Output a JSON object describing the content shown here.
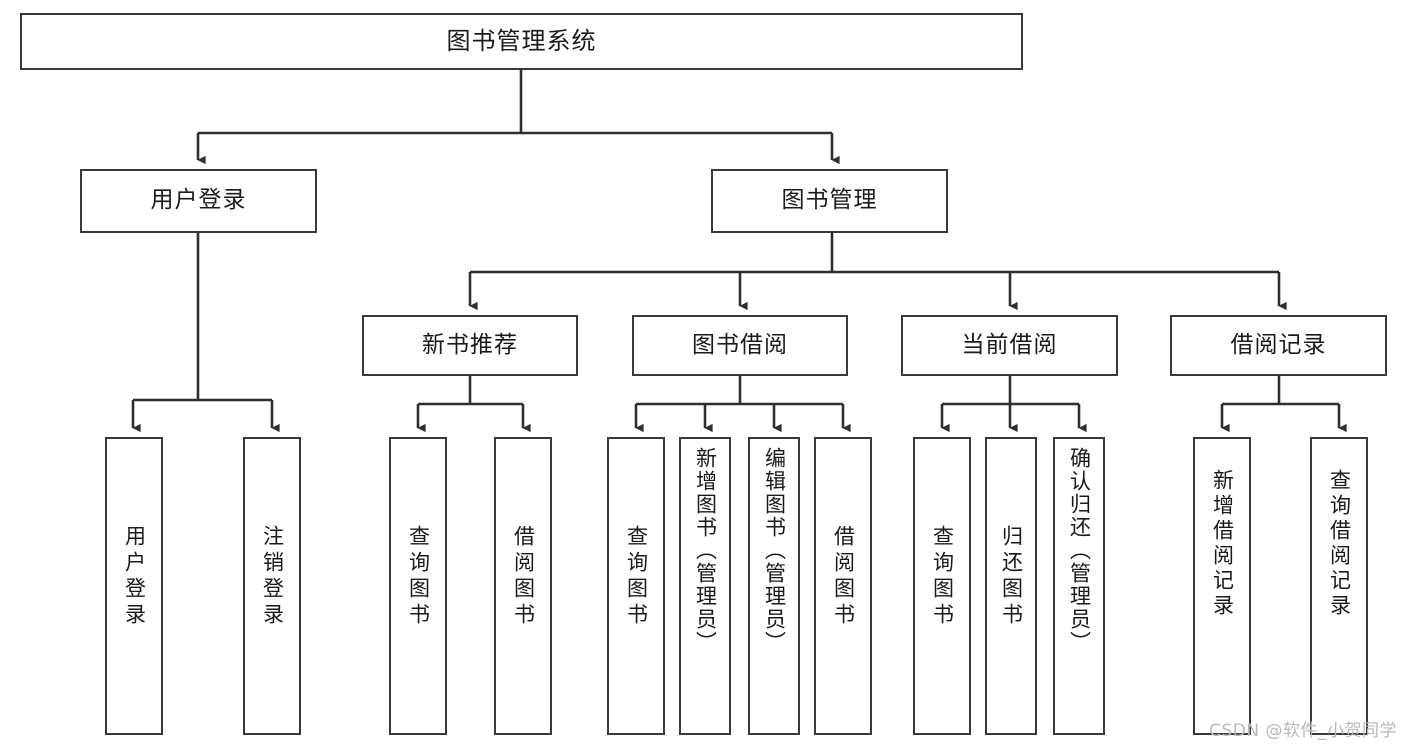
{
  "diagram": {
    "title": "图书管理系统",
    "type": "tree",
    "watermark": "CSDN @软件_小贺同学",
    "colors": {
      "box_border": "#3a3a3a",
      "box_fill": "#ffffff",
      "connector": "#2f2f2f",
      "text": "#1a1a1a",
      "watermark": "#b9b9b9",
      "background": "#ffffff"
    },
    "root": {
      "label": "图书管理系统"
    },
    "level2": [
      {
        "label": "用户登录"
      },
      {
        "label": "图书管理"
      }
    ],
    "level3": [
      {
        "label": "新书推荐"
      },
      {
        "label": "图书借阅"
      },
      {
        "label": "当前借阅"
      },
      {
        "label": "借阅记录"
      }
    ],
    "leaves": {
      "user_login": [
        {
          "label": "用户登录"
        },
        {
          "label": "注销登录"
        }
      ],
      "new_book": [
        {
          "label": "查询图书"
        },
        {
          "label": "借阅图书"
        }
      ],
      "book_borrow": [
        {
          "label": "查询图书"
        },
        {
          "label": "新增图书（管理员）"
        },
        {
          "label": "编辑图书（管理员）"
        },
        {
          "label": "借阅图书"
        }
      ],
      "current_borrow": [
        {
          "label": "查询图书"
        },
        {
          "label": "归还图书"
        },
        {
          "label": "确认归还（管理员）"
        }
      ],
      "borrow_record": [
        {
          "label": "新增借阅记录"
        },
        {
          "label": "查询借阅记录"
        }
      ]
    }
  }
}
